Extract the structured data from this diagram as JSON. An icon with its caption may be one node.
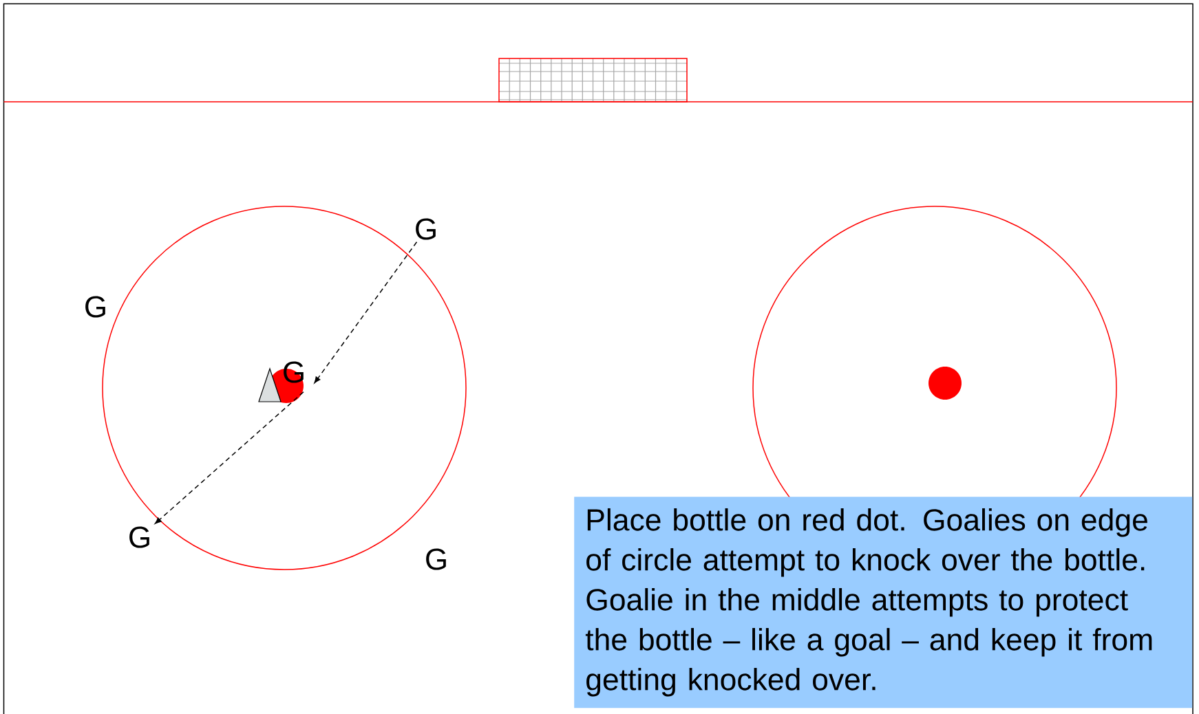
{
  "diagram": {
    "nodes": [
      {
        "text": [
          "G"
        ]
      },
      {
        "text": [
          "G"
        ]
      },
      {
        "text": [
          "G"
        ]
      },
      {
        "text": [
          "Place bottle on red dot. Goalies on edge of circle attempt to knock over the bottle. Goalie in the middle attempts to protect the bottle – like a goal – and keep it from getting knocked over."
        ]
      }
    ],
    "edges": [
      {
        "from": 0,
        "to": 1,
        "arrow": "to",
        "style": "dashed"
      },
      {
        "from": 1,
        "to": 2,
        "arrow": "to",
        "style": "dashed"
      }
    ],
    "labels": [
      "G",
      "G"
    ]
  }
}
